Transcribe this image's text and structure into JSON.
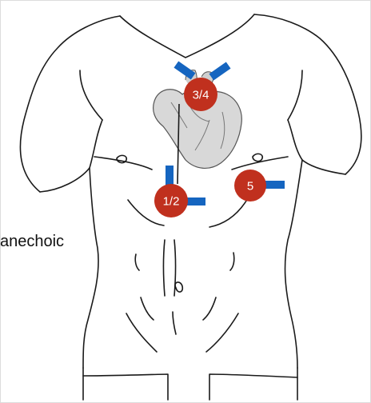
{
  "diagram": {
    "side_label": "anechoic",
    "markers": [
      {
        "id": "marker-3-4",
        "label": "3/4"
      },
      {
        "id": "marker-1-2",
        "label": "1/2"
      },
      {
        "id": "marker-5",
        "label": "5"
      }
    ],
    "colors": {
      "marker_fill": "#c0301e",
      "probe_fill": "#1565c0",
      "outline": "#1a1a1a",
      "heart_fill": "#d8d8d8"
    }
  }
}
